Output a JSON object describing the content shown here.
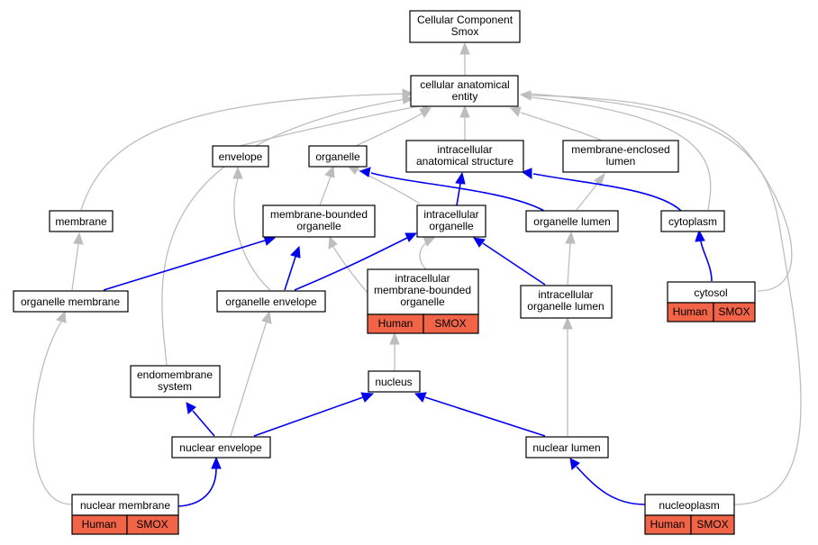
{
  "nodes": {
    "root": [
      "Cellular Component",
      "Smox"
    ],
    "cae": [
      "cellular anatomical",
      "entity"
    ],
    "envelope": [
      "envelope"
    ],
    "organelle": [
      "organelle"
    ],
    "ias": [
      "intracellular",
      "anatomical structure"
    ],
    "mel": [
      "membrane-enclosed",
      "lumen"
    ],
    "membrane": [
      "membrane"
    ],
    "mbo": [
      "membrane-bounded",
      "organelle"
    ],
    "io": [
      "intracellular",
      "organelle"
    ],
    "ol": [
      "organelle lumen"
    ],
    "cytoplasm": [
      "cytoplasm"
    ],
    "om": [
      "organelle membrane"
    ],
    "oe": [
      "organelle envelope"
    ],
    "imbo": [
      "intracellular",
      "membrane-bounded",
      "organelle"
    ],
    "iol": [
      "intracellular",
      "organelle lumen"
    ],
    "cytosol": [
      "cytosol"
    ],
    "es": [
      "endomembrane",
      "system"
    ],
    "nucleus": [
      "nucleus"
    ],
    "ne": [
      "nuclear envelope"
    ],
    "nl": [
      "nuclear lumen"
    ],
    "nm": [
      "nuclear membrane"
    ],
    "np": [
      "nucleoplasm"
    ]
  },
  "annotations": {
    "species": "Human",
    "gene": "SMOX"
  },
  "colors": {
    "annotation_fill": "#f26447",
    "is_a_edge": "#bdbdbd",
    "part_of_edge": "#0000ee"
  }
}
